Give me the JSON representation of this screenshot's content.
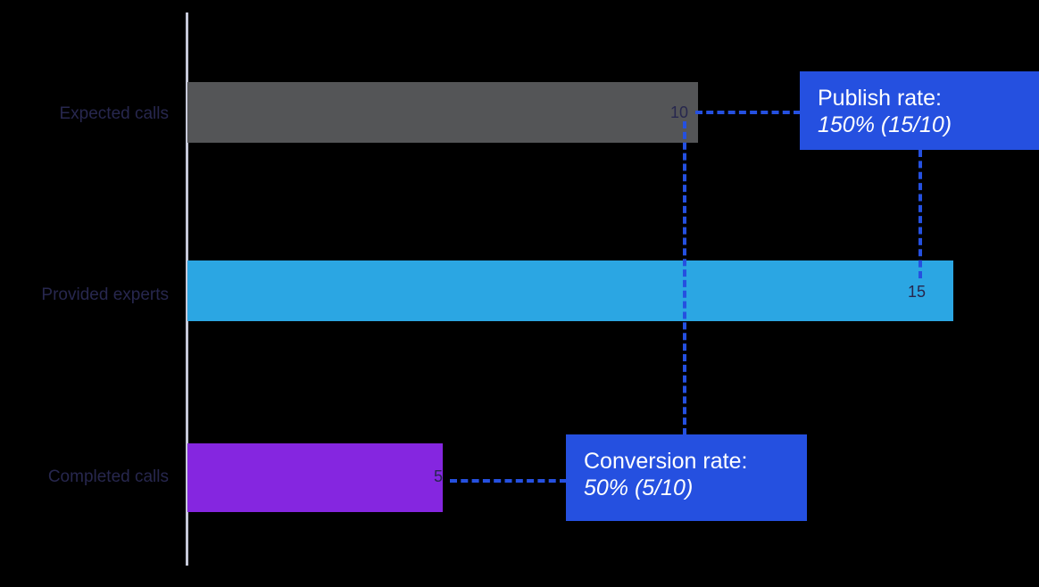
{
  "chart_data": {
    "type": "bar",
    "orientation": "horizontal",
    "title": "",
    "xlabel": "",
    "ylabel": "",
    "grid": false,
    "legend": false,
    "categories": [
      "Expected calls",
      "Provided experts",
      "Completed calls"
    ],
    "values": [
      10,
      15,
      5
    ],
    "value_labels": [
      "10",
      "15",
      "5"
    ],
    "colors": [
      "#545557",
      "#2ba6e3",
      "#8526e0"
    ],
    "xlim": [
      0,
      16.5
    ],
    "annotations": [
      {
        "id": "publish-rate",
        "title": "Publish rate:",
        "value": "150% (15/10)",
        "numerator": 15,
        "denominator": 10,
        "percent": 150,
        "connects": [
          "10",
          "15"
        ],
        "color": "#2550e0"
      },
      {
        "id": "conversion-rate",
        "title": "Conversion rate:",
        "value": "50% (5/10)",
        "numerator": 5,
        "denominator": 10,
        "percent": 50,
        "connects": [
          "5",
          "10"
        ],
        "color": "#2550e0"
      }
    ]
  },
  "axis": {
    "line_color": "#c5c8d8",
    "label_color": "#27274e"
  },
  "theme": {
    "background": "#000000",
    "accent": "#2550e0",
    "annotation_text": "#ffffff"
  }
}
